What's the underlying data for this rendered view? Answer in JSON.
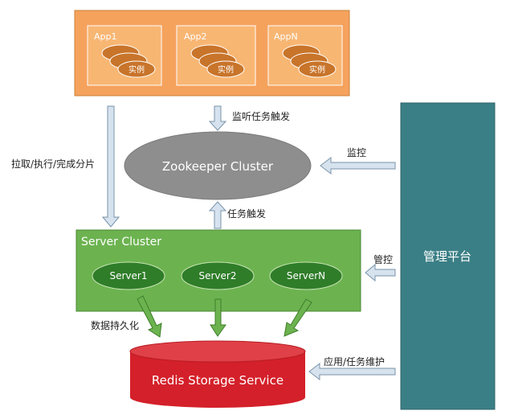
{
  "apps": [
    {
      "label": "App1",
      "instance": "实例"
    },
    {
      "label": "App2",
      "instance": "实例"
    },
    {
      "label": "AppN",
      "instance": "实例"
    }
  ],
  "zookeeper": {
    "label": "Zookeeper Cluster"
  },
  "server_cluster": {
    "title": "Server Cluster",
    "servers": [
      "Server1",
      "Server2",
      "ServerN"
    ]
  },
  "redis": {
    "label": "Redis Storage Service"
  },
  "admin": {
    "label": "管理平台"
  },
  "edges": {
    "watch_trigger": "监听任务触发",
    "pull_exec": "拉取/执行/完成分片",
    "task_trigger": "任务触发",
    "monitor": "监控",
    "manage": "管控",
    "persist": "数据持久化",
    "app_maintain": "应用/任务维护"
  },
  "colors": {
    "orange_fill": "#f5a25d",
    "orange_border": "#c9813a",
    "instance_fill": "#c8742a",
    "green_fill": "#6cb350",
    "server_fill": "#2f7d29",
    "gray_cloud": "#8e8e8e",
    "teal_fill": "#3b7f86",
    "redis_fill": "#d4202a",
    "arrow_fill": "#d6e3ee",
    "arrow_stroke": "#7a93aa"
  }
}
